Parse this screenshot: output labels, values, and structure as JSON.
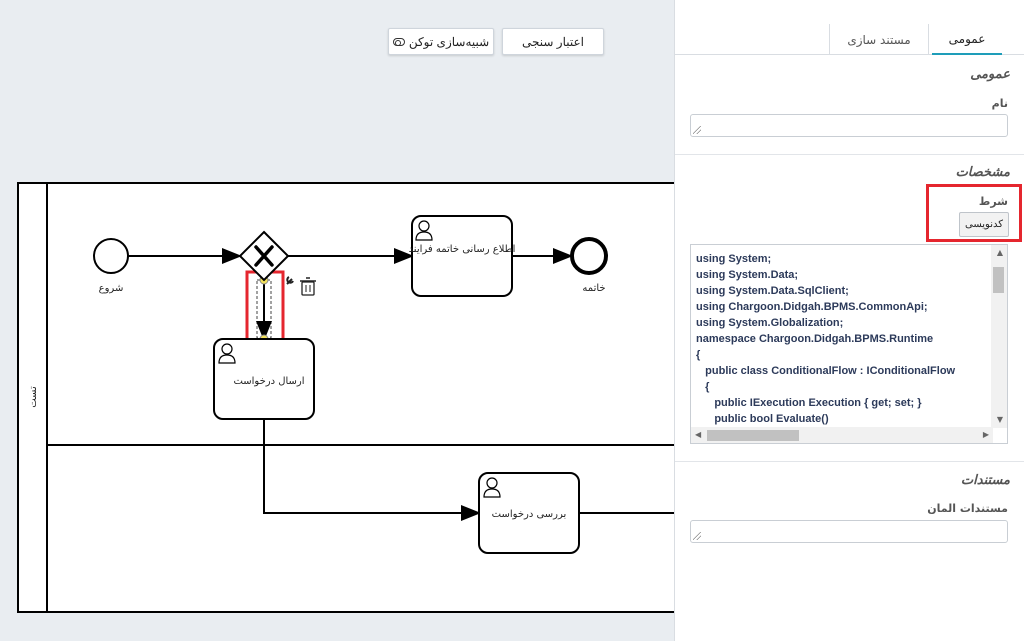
{
  "toolbar": {
    "validate_label": "اعتبار سنجی",
    "token_sim_label": "شبیه‌سازی توکن"
  },
  "diagram": {
    "lane_label": "تست",
    "start_event_label": "شروع",
    "end_event_label": "خاتمه",
    "task_notify_label": "اطلاع رسانی خاتمه فرایند",
    "task_send_label": "ارسال درخواست",
    "task_review_label": "بررسی درخواست"
  },
  "panel": {
    "tabs": [
      {
        "label": "عمومی",
        "active": true
      },
      {
        "label": "مستند سازی",
        "active": false
      }
    ],
    "general": {
      "title": "عمومی",
      "name_label": "نام",
      "name_value": ""
    },
    "properties": {
      "title": "مشخصات",
      "condition_label": "شرط",
      "code_button_label": "کدنویسی",
      "code_lines": [
        "using System;",
        "using System.Data;",
        "using System.Data.SqlClient;",
        "using Chargoon.Didgah.BPMS.CommonApi;",
        "using System.Globalization;",
        "namespace Chargoon.Didgah.BPMS.Runtime",
        "{",
        "   public class ConditionalFlow : IConditionalFlow",
        "   {",
        "      public IExecution Execution { get; set; }",
        "      public bool Evaluate()"
      ]
    },
    "documentation": {
      "title": "مستندات",
      "element_docs_label": "مستندات المان",
      "element_docs_value": ""
    }
  },
  "colors": {
    "accent": "#1e9db9",
    "highlight": "#e5262e",
    "selection_handle": "#f2e15c"
  }
}
